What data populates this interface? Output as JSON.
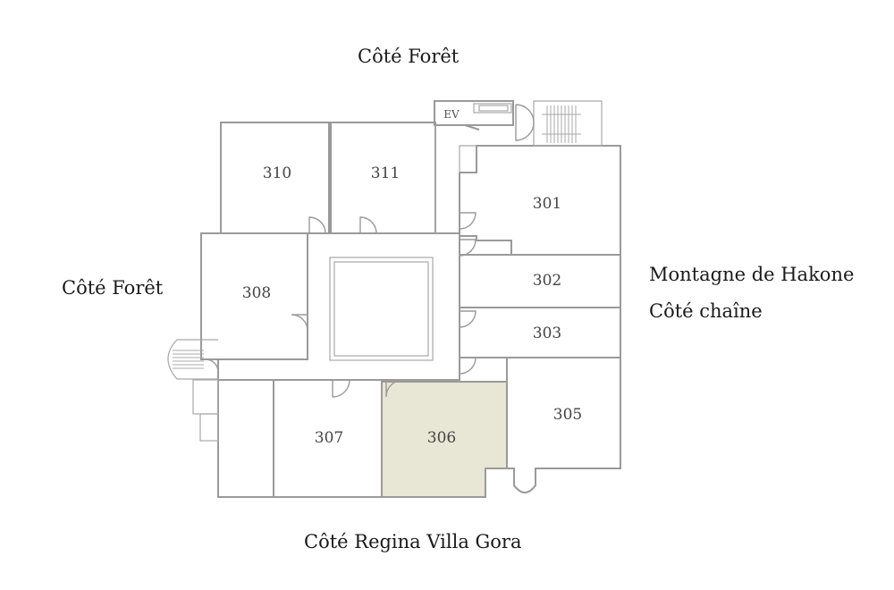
{
  "labels": {
    "top": "Côté Forêt",
    "left": "Côté Forêt",
    "right_line1": "Montagne de Hakone",
    "right_line2": "Côté chaîne",
    "bottom": "Côté Regina Villa Gora"
  },
  "elevator": "EV",
  "rooms": {
    "r310": "310",
    "r311": "311",
    "r301": "301",
    "r308": "308",
    "r302": "302",
    "r303": "303",
    "r305": "305",
    "r307": "307",
    "r306": "306"
  },
  "colors": {
    "highlight": "#e8e6d4",
    "wall": "#9a9a9a"
  }
}
